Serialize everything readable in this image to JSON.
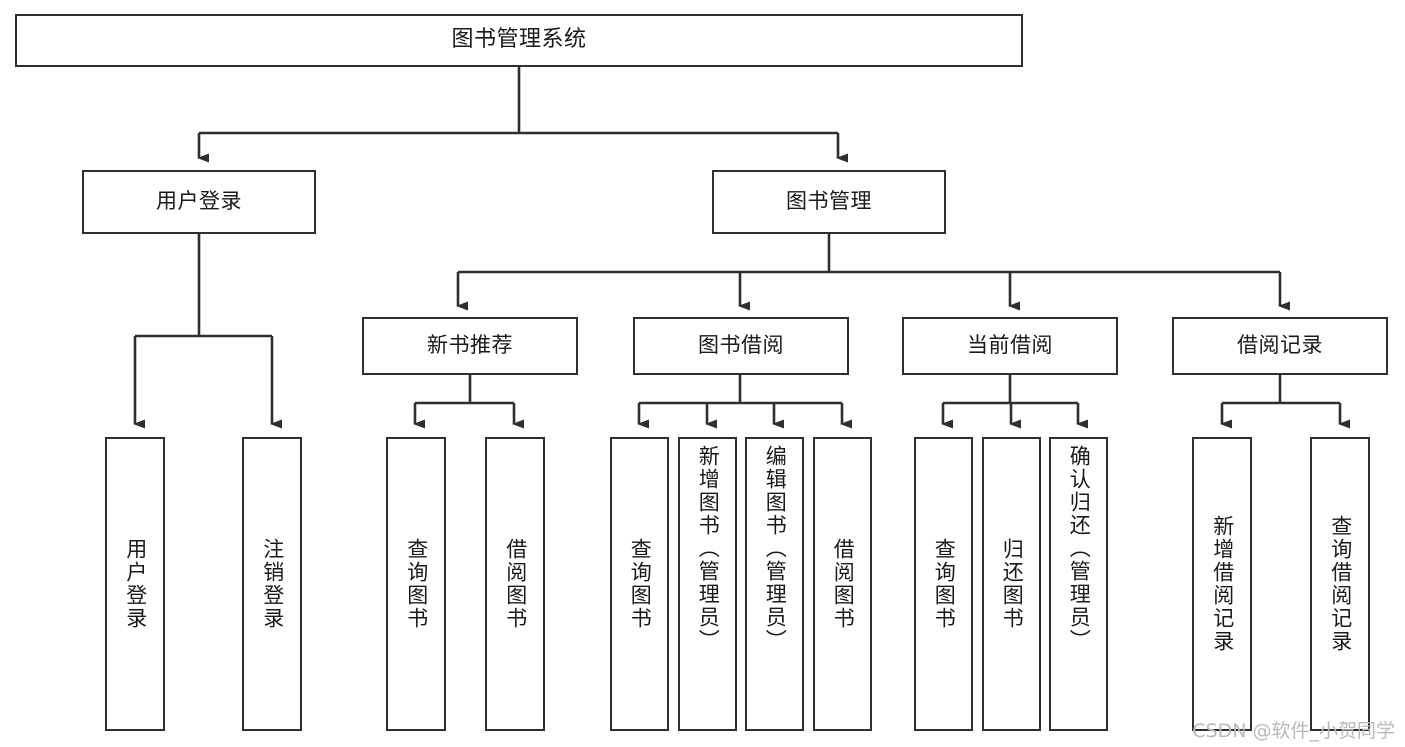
{
  "diagram": {
    "title": "图书管理系统",
    "type": "hierarchy-tree",
    "root": {
      "id": "root",
      "label": "图书管理系统"
    },
    "level2": [
      {
        "id": "user-login",
        "label": "用户登录"
      },
      {
        "id": "book-manage",
        "label": "图书管理"
      }
    ],
    "level3": [
      {
        "id": "new-book-recommend",
        "label": "新书推荐"
      },
      {
        "id": "book-borrow",
        "label": "图书借阅"
      },
      {
        "id": "current-borrow",
        "label": "当前借阅"
      },
      {
        "id": "borrow-record",
        "label": "借阅记录"
      }
    ],
    "leaves": {
      "user_login": [
        {
          "id": "leaf-user-login",
          "label": "用户登录"
        },
        {
          "id": "leaf-logout-login",
          "label": "注销登录"
        }
      ],
      "new_book_recommend": [
        {
          "id": "leaf-query-book-1",
          "label": "查询图书"
        },
        {
          "id": "leaf-borrow-book-1",
          "label": "借阅图书"
        }
      ],
      "book_borrow": [
        {
          "id": "leaf-query-book-2",
          "label": "查询图书"
        },
        {
          "id": "leaf-add-book",
          "label": "新增图书（管理员）"
        },
        {
          "id": "leaf-edit-book",
          "label": "编辑图书（管理员）"
        },
        {
          "id": "leaf-borrow-book-2",
          "label": "借阅图书"
        }
      ],
      "current_borrow": [
        {
          "id": "leaf-query-book-3",
          "label": "查询图书"
        },
        {
          "id": "leaf-return-book",
          "label": "归还图书"
        },
        {
          "id": "leaf-confirm-return",
          "label": "确认归还（管理员）"
        }
      ],
      "borrow_record": [
        {
          "id": "leaf-add-record",
          "label": "新增借阅记录"
        },
        {
          "id": "leaf-query-record",
          "label": "查询借阅记录"
        }
      ]
    }
  },
  "watermark": {
    "text": "CSDN @软件_小贺同学"
  },
  "colors": {
    "border": "#2f2f2f",
    "background": "#ffffff",
    "text": "#1a1a1a",
    "watermark": "#b9b9b9"
  }
}
